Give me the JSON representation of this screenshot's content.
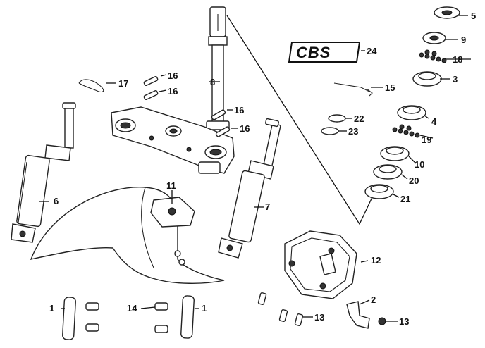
{
  "logo": {
    "text": "CBS"
  },
  "callouts": {
    "c1a": "1",
    "c1b": "1",
    "c2": "2",
    "c3": "3",
    "c4": "4",
    "c5": "5",
    "c6": "6",
    "c7": "7",
    "c8": "8",
    "c9": "9",
    "c10": "10",
    "c11": "11",
    "c12": "12",
    "c13a": "13",
    "c13b": "13",
    "c14": "14",
    "c15": "15",
    "c16a": "16",
    "c16b": "16",
    "c16c": "16",
    "c16d": "16",
    "c17": "17",
    "c18": "18",
    "c19": "19",
    "c20": "20",
    "c21": "21",
    "c22": "22",
    "c23": "23",
    "c24": "24"
  }
}
